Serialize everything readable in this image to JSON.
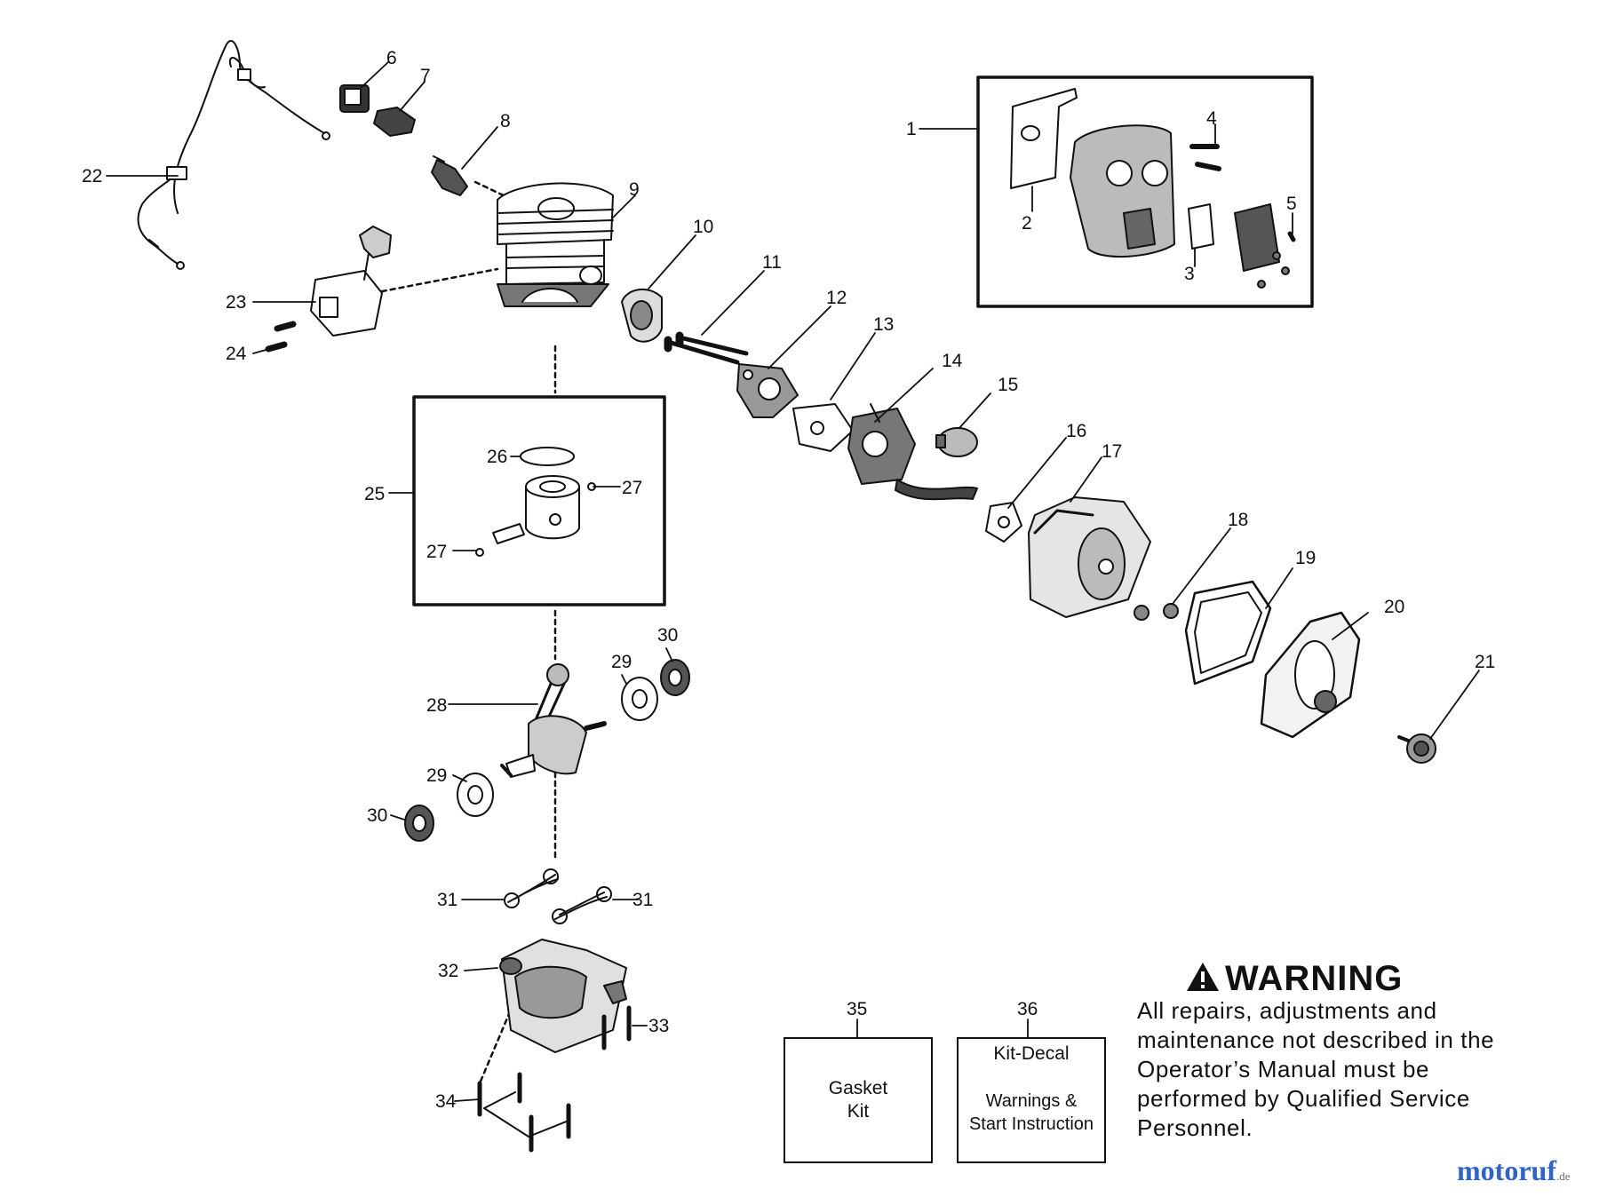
{
  "labels": [
    "1",
    "2",
    "3",
    "4",
    "5",
    "6",
    "7",
    "8",
    "9",
    "10",
    "11",
    "12",
    "13",
    "14",
    "15",
    "16",
    "17",
    "18",
    "19",
    "20",
    "21",
    "22",
    "23",
    "24",
    "25",
    "26",
    "27",
    "27",
    "28",
    "29",
    "29",
    "30",
    "30",
    "31",
    "31",
    "32",
    "33",
    "34",
    "35",
    "36"
  ],
  "kits": {
    "k35": {
      "number": "35",
      "line1": "Gasket",
      "line2": "Kit"
    },
    "k36": {
      "number": "36",
      "title": "Kit-Decal",
      "line1": "Warnings &",
      "line2": "Start Instruction"
    }
  },
  "warning": {
    "title": "WARNING",
    "text": "All repairs, adjustments and maintenance not described in the Operator’s Manual must be performed by Qualified Service Personnel."
  },
  "watermark": {
    "brand": "motoruf",
    "suffix": ".de"
  },
  "icons": {
    "warning": "warning-triangle-icon"
  }
}
